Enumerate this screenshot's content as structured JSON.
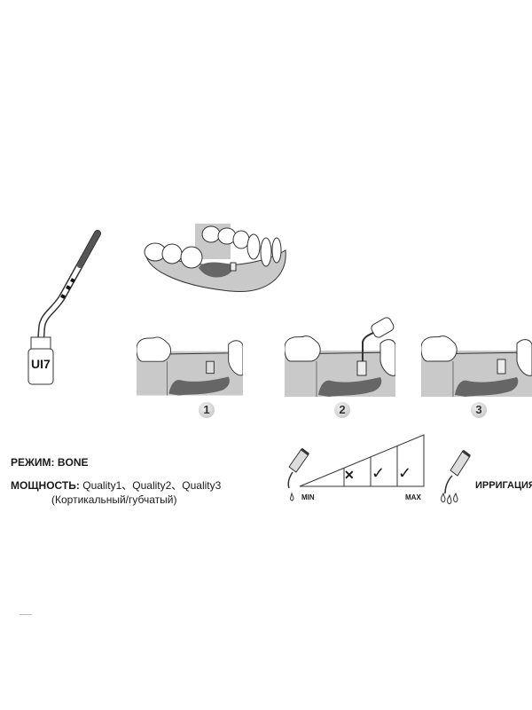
{
  "tip": {
    "label": "UI7"
  },
  "steps": [
    {
      "number": "1"
    },
    {
      "number": "2"
    },
    {
      "number": "3"
    }
  ],
  "settings": {
    "mode_label": "РЕЖИМ:",
    "mode_value": "BONE",
    "power_label": "МОЩНОСТЬ:",
    "power_value": "Quality1、Quality2、Quality3",
    "power_note": "(Кортикальный/губчатый)"
  },
  "power_scale": {
    "min_label": "MIN",
    "max_label": "MAX",
    "levels": [
      {
        "mark": "✕"
      },
      {
        "mark": "✓"
      },
      {
        "mark": "✓"
      }
    ]
  },
  "irrigation": {
    "label": "ИРРИГАЦИЯ"
  }
}
